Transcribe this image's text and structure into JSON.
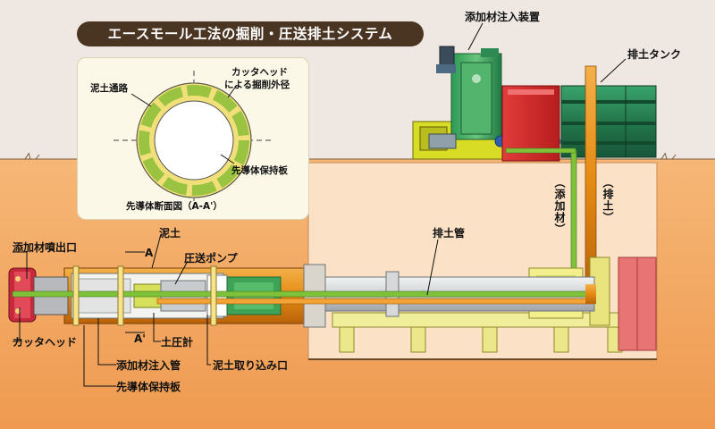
{
  "title": "エースモール工法の掘削・圧送排土システム",
  "inset": {
    "caption": "先導体断面図（A-A'）",
    "labels": {
      "mud_passage": "泥土通路",
      "cutter_outer_line1": "カッタヘッド",
      "cutter_outer_line2": "による掘削外径",
      "guide_plate": "先導体保持板"
    }
  },
  "surface": {
    "additive_unit": "添加材注入装置",
    "discharge_tank": "排土タンク",
    "additive_vertical": "（添加材）",
    "discharge_vertical": "（排土）",
    "discharge_pipe": "排土管"
  },
  "machine": {
    "additive_outlet": "添加材噴出口",
    "cutter_head": "カッタヘッド",
    "section_a_top": "A",
    "section_a_bottom": "A'",
    "mud": "泥土",
    "pump": "圧送ポンプ",
    "pressure_gauge": "土圧計",
    "additive_pipe": "添加材注入管",
    "mud_intake": "泥土取り込み口",
    "guide_plate": "先導体保持板"
  },
  "colors": {
    "sky": "#efe7e1",
    "soil": "#f2a25a",
    "shaft": "#fbe2c6",
    "title_bg": "#4a3422",
    "pipe_green": "#7fc23a",
    "pipe_orange": "#e58a12",
    "tank_green": "#2f8a5a",
    "tank_red": "#d22a2a"
  }
}
